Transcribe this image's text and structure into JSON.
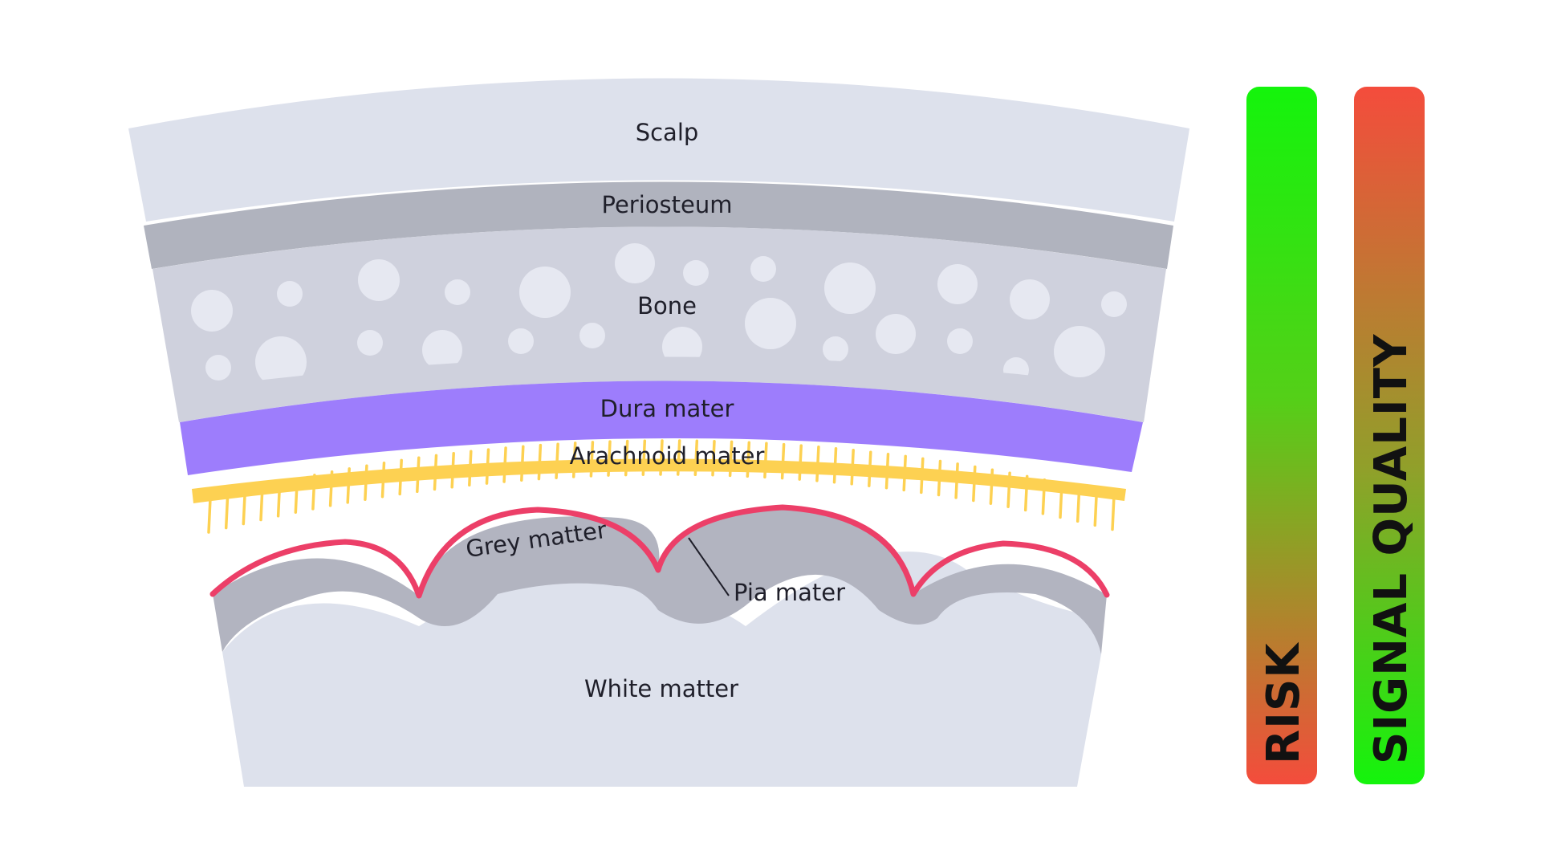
{
  "diagram": {
    "layers": {
      "scalp": "Scalp",
      "periosteum": "Periosteum",
      "bone": "Bone",
      "dura_mater": "Dura mater",
      "arachnoid_mater": "Arachnoid mater",
      "grey_matter": "Grey matter",
      "pia_mater": "Pia mater",
      "white_matter": "White matter"
    },
    "colors": {
      "scalp": "#dde1ec",
      "periosteum": "#b0b3be",
      "bone": "#cfd1dd",
      "bone_pores": "#e6e8f1",
      "dura_mater": "#9d7dfc",
      "arachnoid_mater": "#fdd152",
      "grey_matter": "#b2b4c0",
      "pia_mater": "#ec3f68",
      "white_matter": "#dde1ec"
    }
  },
  "bars": {
    "risk": {
      "label": "RISK",
      "gradient_top": "#14f40c",
      "gradient_bottom": "#f44c3c"
    },
    "signal_quality": {
      "label": "SIGNAL QUALITY",
      "gradient_top": "#f44c3c",
      "gradient_bottom": "#14f40c"
    }
  }
}
